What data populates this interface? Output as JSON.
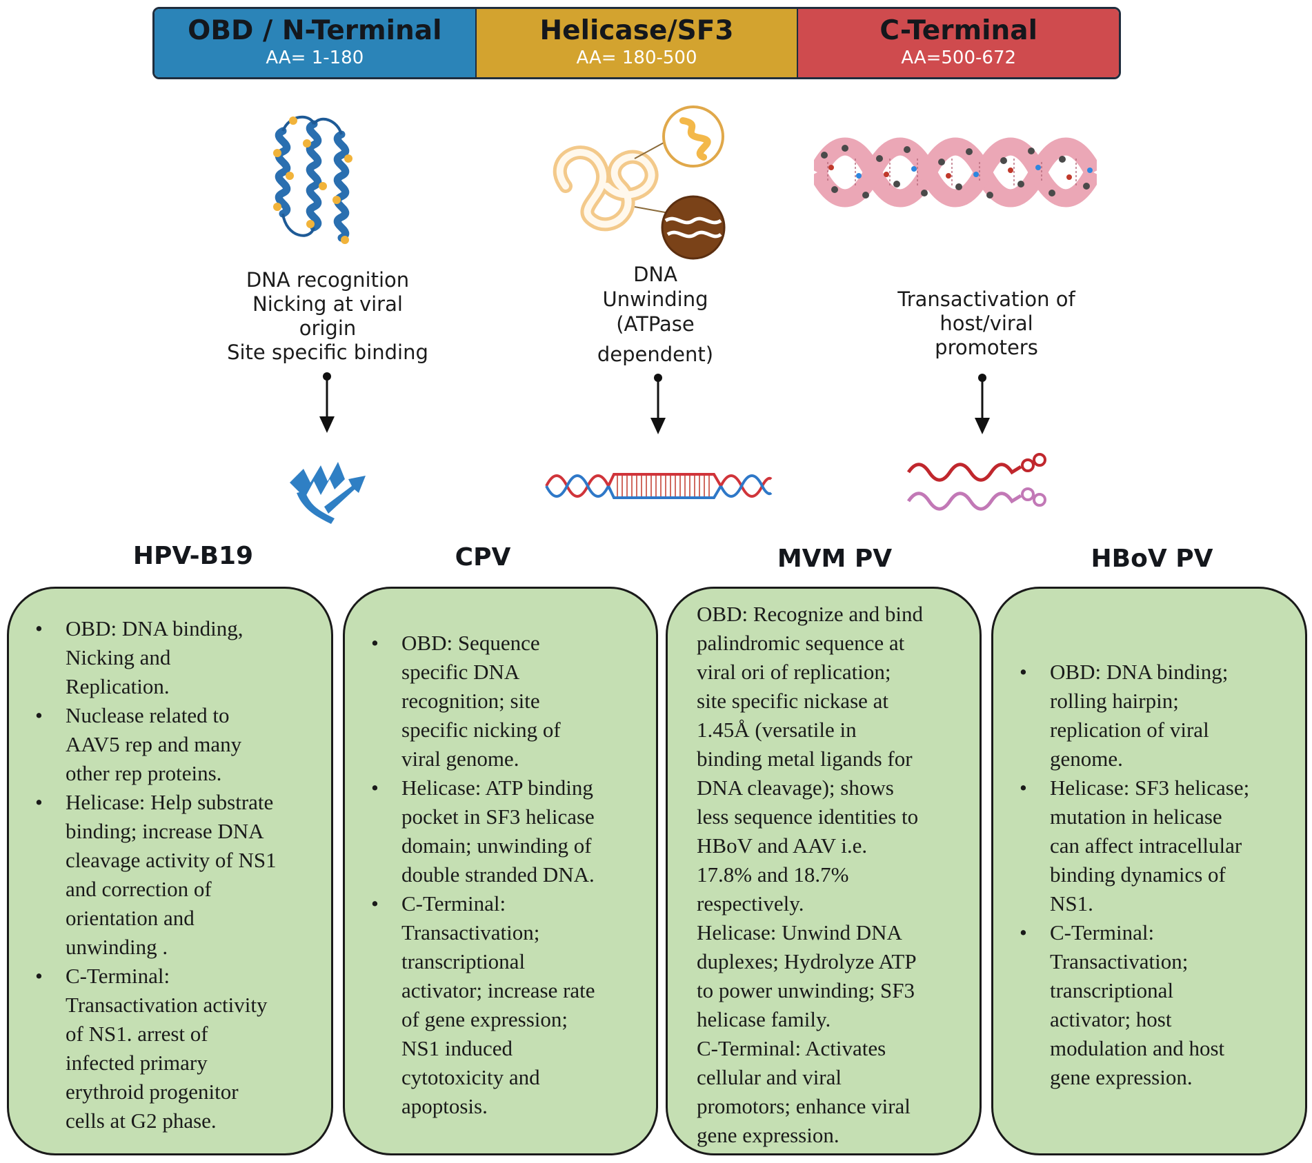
{
  "colors": {
    "obd": "#2b84b8",
    "helicase": "#d3a32f",
    "cterminal": "#cf4b4e",
    "card_fill": "#c5dfb3"
  },
  "domains": [
    {
      "title": "OBD / N-Terminal",
      "range": "AA= 1-180"
    },
    {
      "title": "Helicase/SF3",
      "range": "AA= 180-500"
    },
    {
      "title": "C-Terminal",
      "range": "AA=500-672"
    }
  ],
  "functions": {
    "obd": [
      "DNA recognition",
      "Nicking at viral",
      "origin",
      "Site specific binding"
    ],
    "helicase": [
      "DNA",
      "Unwinding",
      "(ATPase",
      "dependent)"
    ],
    "cterminal": [
      "Transactivation of",
      "host/viral",
      "promoters"
    ]
  },
  "icons": {
    "obd_structure": "protein-helix-bundle-icon",
    "helicase_structure": "unwinding-loop-icon",
    "cterminal_structure": "dna-double-helix-molecule-icon",
    "obd_result": "protein-ribbon-icon",
    "helicase_result": "unwound-dna-icon",
    "cterminal_result": "rna-strands-icon"
  },
  "viruses": [
    {
      "name": "HPV-B19",
      "bullets": [
        [
          "OBD: DNA binding,",
          "Nicking and",
          "Replication."
        ],
        [
          "Nuclease related to",
          "AAV5 rep and many",
          "other rep proteins."
        ],
        [
          "Helicase: Help substrate",
          "binding; increase DNA",
          "cleavage activity of NS1",
          "and correction of",
          "orientation and",
          "unwinding ."
        ],
        [
          "C-Terminal:",
          "Transactivation activity",
          "of NS1. arrest of",
          "infected primary",
          "erythroid progenitor",
          "cells at G2 phase."
        ]
      ]
    },
    {
      "name": "CPV",
      "bullets": [
        [
          "OBD: Sequence",
          "specific DNA",
          "recognition; site",
          "specific nicking of",
          "viral genome."
        ],
        [
          "Helicase: ATP binding",
          "pocket in SF3 helicase",
          "domain; unwinding of",
          "double stranded DNA."
        ],
        [
          "C-Terminal:",
          "Transactivation;",
          "transcriptional",
          "activator;  increase rate",
          "of gene expression;",
          "NS1 induced",
          "cytotoxicity and",
          "apoptosis."
        ]
      ]
    },
    {
      "name": "MVM PV",
      "lines": [
        "OBD: Recognize and bind",
        "palindromic sequence at",
        "viral ori of replication;",
        "site specific nickase at",
        "1.45Å (versatile in",
        "binding metal ligands  for",
        "DNA cleavage); shows",
        "less sequence identities to",
        "HBoV and AAV i.e.",
        "17.8% and 18.7%",
        "respectively.",
        "Helicase: Unwind DNA",
        "duplexes; Hydrolyze ATP",
        "to power unwinding; SF3",
        "helicase family.",
        "C-Terminal: Activates",
        "cellular and viral",
        "promotors; enhance viral",
        "gene expression."
      ]
    },
    {
      "name": "HBoV PV",
      "bullets": [
        [
          "OBD: DNA binding;",
          "rolling hairpin;",
          "replication of viral",
          "genome."
        ],
        [
          "Helicase: SF3 helicase;",
          "mutation in helicase",
          "can affect intracellular",
          "binding dynamics of",
          "NS1."
        ],
        [
          "C-Terminal:",
          "Transactivation;",
          "transcriptional",
          "activator; host",
          "modulation and host",
          "gene expression."
        ]
      ]
    }
  ]
}
